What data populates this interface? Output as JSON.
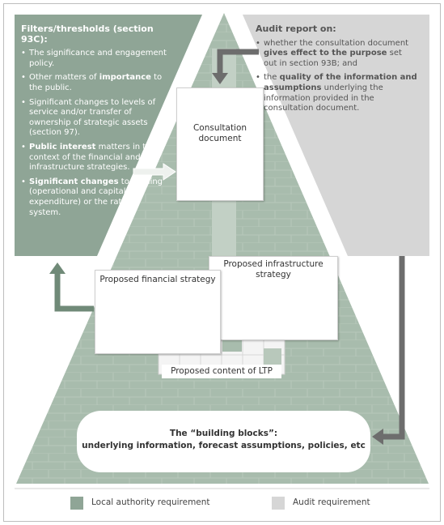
{
  "left_panel": {
    "heading": "Filters/thresholds (section 93C):",
    "items": [
      {
        "parts": [
          "The significance and engagement policy."
        ],
        "bold": [
          false
        ]
      },
      {
        "parts": [
          "Other matters of ",
          "importance",
          " to the public."
        ],
        "bold": [
          false,
          true,
          false
        ]
      },
      {
        "parts": [
          "Significant changes to levels of service and/or transfer of ownership of strategic assets (section 97)."
        ],
        "bold": [
          false
        ]
      },
      {
        "parts": [
          "Public interest",
          " matters in the context of the financial and infrastructure strategies."
        ],
        "bold": [
          true,
          false
        ]
      },
      {
        "parts": [
          "Significant changes",
          " to funding (operational and capital expenditure) or the rating system."
        ],
        "bold": [
          true,
          false
        ]
      }
    ]
  },
  "right_panel": {
    "heading": "Audit report on:",
    "items": [
      {
        "parts": [
          "whether the consultation document ",
          "gives effect to the purpose",
          " set out in section 93B; and"
        ],
        "bold": [
          false,
          true,
          false
        ]
      },
      {
        "parts": [
          "the ",
          "quality of the information and assumptions",
          " underlying the information provided in the consultation document."
        ],
        "bold": [
          false,
          true,
          false
        ]
      }
    ]
  },
  "boxes": {
    "consultation": "Consultation document",
    "financial": "Proposed financial strategy",
    "infrastructure": "Proposed infrastructure strategy",
    "ltp": "Proposed content of LTP"
  },
  "building_blocks": {
    "title": "The “building blocks”:",
    "subtitle": "underlying information, forecast assumptions, policies, etc"
  },
  "legend": [
    {
      "label": "Local authority requirement",
      "color": "#8fa596"
    },
    {
      "label": "Audit requirement",
      "color": "#d6d6d6"
    }
  ],
  "colors": {
    "green": "#8fa596",
    "green_light": "#a8bcad",
    "grey": "#d6d6d6",
    "arrow_green": "#708a78",
    "arrow_grey": "#6d6d6d"
  }
}
